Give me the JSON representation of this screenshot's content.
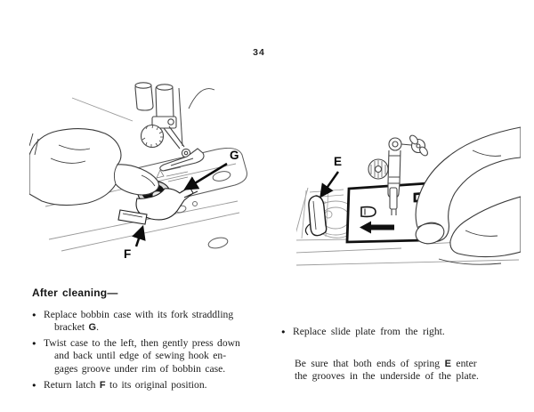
{
  "page": {
    "number": "34",
    "paper_color": "#ffffff",
    "ink_color": "#1d1d1d"
  },
  "bullet_char": "●",
  "figures": {
    "bobbin": {
      "label_g": "G",
      "label_f": "F"
    },
    "slide_plate": {
      "label_e": "E"
    }
  },
  "left_column": {
    "heading": "After cleaning—",
    "bullets": [
      {
        "segments": [
          {
            "t": "Replace bobbin case with its fork straddling"
          },
          {
            "br": true,
            "ind": true
          },
          {
            "t": "bracket "
          },
          {
            "t": "G",
            "b": true
          },
          {
            "t": "."
          }
        ]
      },
      {
        "segments": [
          {
            "t": "Twist case to the left, then gently press down"
          },
          {
            "br": true,
            "ind": true
          },
          {
            "t": "and back until edge of sewing hook en-"
          },
          {
            "br": true,
            "ind": true
          },
          {
            "t": "gages groove under rim of bobbin case."
          }
        ]
      },
      {
        "segments": [
          {
            "t": "Return latch "
          },
          {
            "t": "F",
            "b": true
          },
          {
            "t": " to its original position."
          }
        ]
      }
    ]
  },
  "right_column": {
    "bullets": [
      {
        "segments": [
          {
            "t": "Replace slide plate from the right."
          }
        ]
      }
    ],
    "note": {
      "segments": [
        {
          "t": "Be sure that both ends of spring "
        },
        {
          "t": "E",
          "b": true
        },
        {
          "t": " enter"
        },
        {
          "br": true
        },
        {
          "t": "the grooves in the underside of the plate."
        }
      ]
    }
  }
}
